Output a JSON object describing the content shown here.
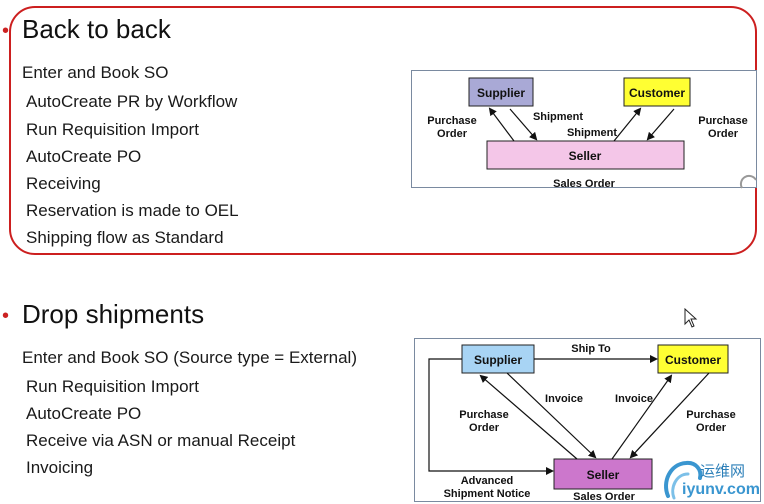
{
  "sections": [
    {
      "bullet": "•",
      "heading": "Back to back",
      "items": [
        "Enter and  Book SO",
        "AutoCreate PR by Workflow",
        "Run Requisition Import",
        "AutoCreate PO",
        "Receiving",
        "Reservation  is made to OEL",
        "Shipping flow as Standard"
      ],
      "diagram": {
        "supplier": "Supplier",
        "customer": "Customer",
        "seller": "Seller",
        "purchase_order_left_1": "Purchase",
        "purchase_order_left_2": "Order",
        "shipment_1": "Shipment",
        "shipment_2": "Shipment",
        "purchase_order_right_1": "Purchase",
        "purchase_order_right_2": "Order",
        "sales_order": "Sales Order"
      }
    },
    {
      "bullet": "•",
      "heading": "Drop shipments",
      "items": [
        "Enter and  Book SO (Source type = External)",
        "Run Requisition Import",
        "AutoCreate PO",
        "Receive via ASN or manual Receipt",
        "Invoicing"
      ],
      "diagram": {
        "supplier": "Supplier",
        "customer": "Customer",
        "seller": "Seller",
        "ship_to": "Ship To",
        "invoice_left": "Invoice",
        "invoice_right": "Invoice",
        "purchase_order_left_1": "Purchase",
        "purchase_order_left_2": "Order",
        "purchase_order_right_1": "Purchase",
        "purchase_order_right_2": "Order",
        "asn_1": "Advanced",
        "asn_2": "Shipment Notice",
        "sales_order": "Sales Order"
      }
    }
  ],
  "watermark": {
    "cn": "运维网",
    "url": "iyunv.com"
  },
  "colors": {
    "frame_red": "#cc1f1f",
    "supplier_fill": "#a9a9d6",
    "customer_fill": "#ffff33",
    "seller_fill": "#f4c6e8",
    "supplier_fill_2": "#a8d4f4",
    "seller_fill_2": "#cc77cc"
  },
  "icons": [
    "mouse-cursor-icon",
    "watermark-logo-icon"
  ]
}
